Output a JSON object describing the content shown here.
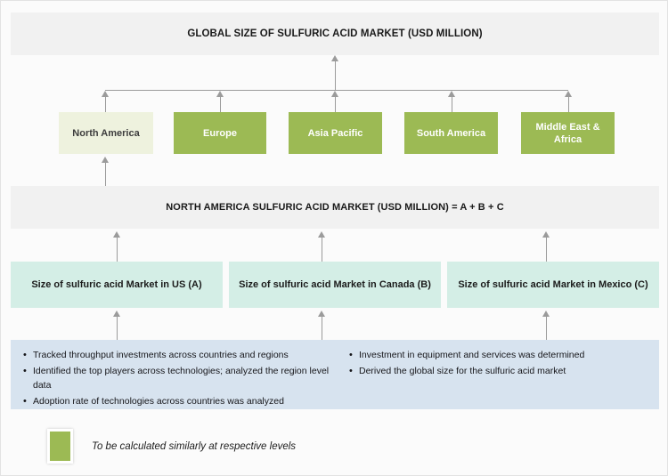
{
  "diagram": {
    "global_header": "GLOBAL SIZE OF SULFURIC ACID MARKET (USD MILLION)",
    "regional_header": "NORTH AMERICA SULFURIC ACID MARKET (USD MILLION) = A + B + C",
    "regions": [
      {
        "label": "North America",
        "style": "pale"
      },
      {
        "label": "Europe",
        "style": "solid"
      },
      {
        "label": "Asia Pacific",
        "style": "solid"
      },
      {
        "label": "South America",
        "style": "solid"
      },
      {
        "label": "Middle East & Africa",
        "style": "solid"
      }
    ],
    "countries": [
      {
        "label": "Size of sulfuric acid Market in US (A)"
      },
      {
        "label": "Size of sulfuric acid Market in Canada (B)"
      },
      {
        "label": "Size of sulfuric acid Market in Mexico (C)"
      }
    ],
    "notes": {
      "bullet_glyph": "•",
      "left": [
        "Tracked throughput investments across countries and regions",
        "Identified the top players across technologies; analyzed  the region level data",
        "Adoption rate of technologies across countries was analyzed"
      ],
      "right": [
        "Investment in equipment and services was determined",
        "Derived the global size for the sulfuric acid market"
      ]
    },
    "legend": {
      "text": "To be calculated similarly at respective levels",
      "swatch_color": "#9cba54"
    },
    "colors": {
      "green": "#9cba54",
      "pale_green": "#eef2de",
      "teal": "#d4eee6",
      "blue_panel": "#d7e3ef",
      "header_gray": "#f1f1f1",
      "connector": "#9b9b9b",
      "page_background": "#fbfbfb"
    }
  }
}
